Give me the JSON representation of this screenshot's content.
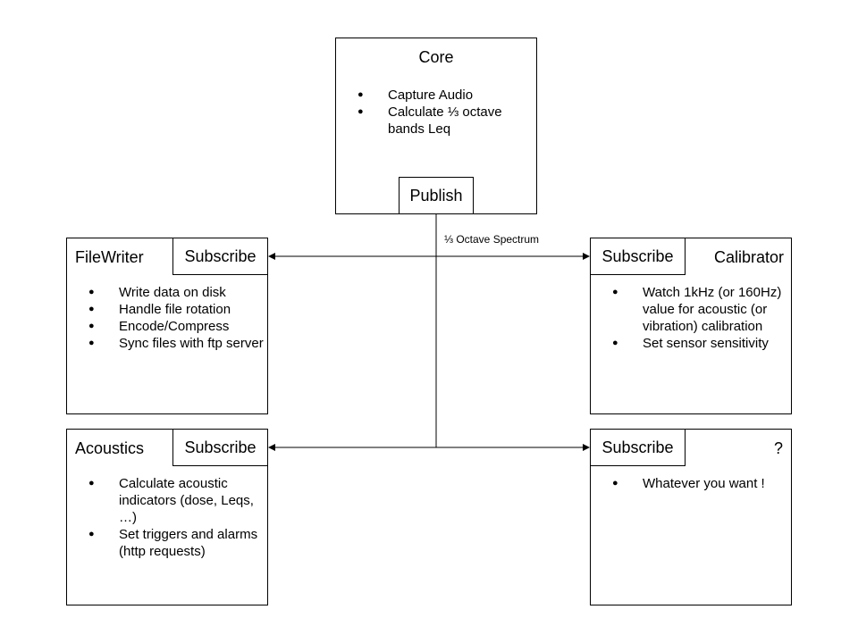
{
  "core": {
    "title": "Core",
    "items": [
      "Capture Audio",
      "Calculate ⅓ octave bands Leq"
    ],
    "publish_label": "Publish"
  },
  "flow_label": "⅓ Octave Spectrum",
  "filewriter": {
    "title": "FileWriter",
    "subscribe_label": "Subscribe",
    "items": [
      "Write data on disk",
      "Handle file rotation",
      "Encode/Compress",
      "Sync files with ftp server"
    ]
  },
  "calibrator": {
    "title": "Calibrator",
    "subscribe_label": "Subscribe",
    "items": [
      "Watch 1kHz (or 160Hz) value for acoustic (or vibration) calibration",
      "Set sensor sensitivity"
    ]
  },
  "acoustics": {
    "title": "Acoustics",
    "subscribe_label": "Subscribe",
    "items": [
      "Calculate acoustic indicators (dose, Leqs, …)",
      "Set triggers and alarms (http requests)"
    ]
  },
  "custom": {
    "title": "?",
    "subscribe_label": "Subscribe",
    "items": [
      "Whatever you want !"
    ]
  }
}
